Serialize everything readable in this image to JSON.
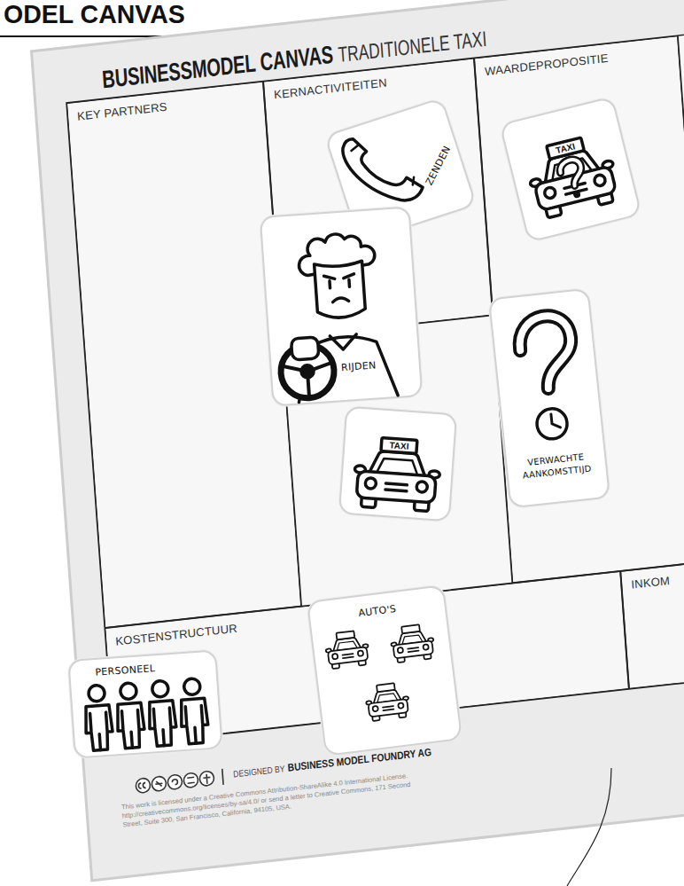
{
  "diagram": {
    "title": "BUSINESSMODEL CANVAS",
    "nodes": [
      {
        "text": [
          "KEY PARTNERS"
        ]
      },
      {
        "text": [
          "KERNACTIVITEITEN"
        ]
      },
      {
        "text": [
          "WAARDEPROPOSITIE"
        ]
      },
      {
        "text": [
          "KOSTENSTRUCTUUR"
        ]
      },
      {
        "text": [
          "INKOM"
        ]
      },
      {
        "text": [
          "ZENDEN"
        ]
      },
      {
        "text": [
          "TAXI"
        ]
      },
      {
        "text": [
          "RIJDEN"
        ]
      },
      {
        "text": [
          "VERWACHTE AANKOMSTTIJD"
        ]
      },
      {
        "text": [
          "TAXI"
        ]
      },
      {
        "text": [
          "PERSONEEL"
        ]
      },
      {
        "text": [
          "AUTO'S"
        ]
      }
    ],
    "labels": [
      "ODEL CANVAS",
      "TRADITIONELE TAXI",
      "DESIGNED BY",
      "BUSINESS MODEL FOUNDRY AG",
      "This work is licensed under a Creative Commons Attribution-ShareAlike 4.0 International License. http://creativecommons.org/licenses/by-sa/4.0/ or send a letter to Creative Commons, 171 Second Street, Suite 300, San Francisco, California, 94105, USA."
    ]
  }
}
